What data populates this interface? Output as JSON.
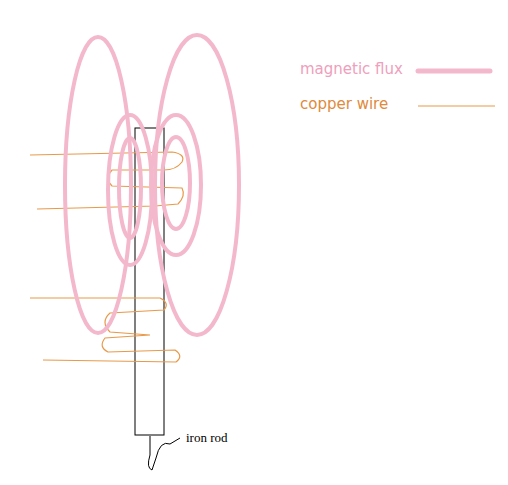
{
  "diagram": {
    "labels": [
      "iron rod"
    ],
    "legend": [
      {
        "text": "magnetic flux"
      },
      {
        "text": "copper wire"
      }
    ]
  }
}
